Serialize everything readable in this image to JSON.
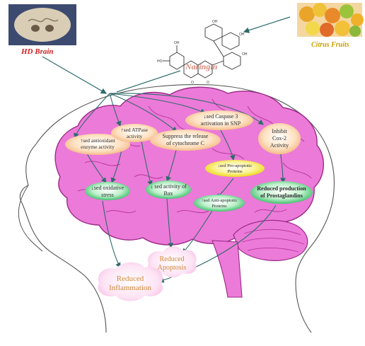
{
  "header": {
    "source_label": "HD Brain",
    "fruit_label": "Citrus Fruits",
    "compound_label": "Naringin"
  },
  "effects": {
    "antioxidant": [
      "↑sed antioxidant",
      "enzyme activity"
    ],
    "atpase": [
      "↑sed ATPase",
      "activity"
    ],
    "cytochrome": [
      "Suppress the release",
      "of cytochrome C"
    ],
    "caspase": [
      "↓sed Caspase 3",
      "activation in SNP"
    ],
    "cox2": [
      "Inhibit",
      "Cox-2",
      "Activity"
    ],
    "proapoptotic": [
      "↓sed Pro-apoptotic",
      "Proteins"
    ],
    "oxidative": [
      "↓sed oxidative",
      "stress"
    ],
    "bax": [
      "↓  sed  activity of",
      "Bax"
    ],
    "antiapoptotic": [
      "↑sed Anti-apoptotic",
      "Proteins"
    ],
    "prostaglandins": [
      "Reduced production",
      "of Prostaglandins"
    ]
  },
  "outcomes": {
    "apoptosis": [
      "Reduced",
      "Apoptosis"
    ],
    "inflammation": [
      "Reduced",
      "Inflammation"
    ]
  },
  "colors": {
    "brain": "#ec7ad8",
    "label_red": "#c81e1e",
    "label_yellow": "#c9a000",
    "naringin": "#d88a7a",
    "outcome_text": "#d08a3a",
    "arrow": "#2e6b6b",
    "peach": "#f8c89a",
    "green": "#3bc46a",
    "yellow": "#f3e21c"
  }
}
